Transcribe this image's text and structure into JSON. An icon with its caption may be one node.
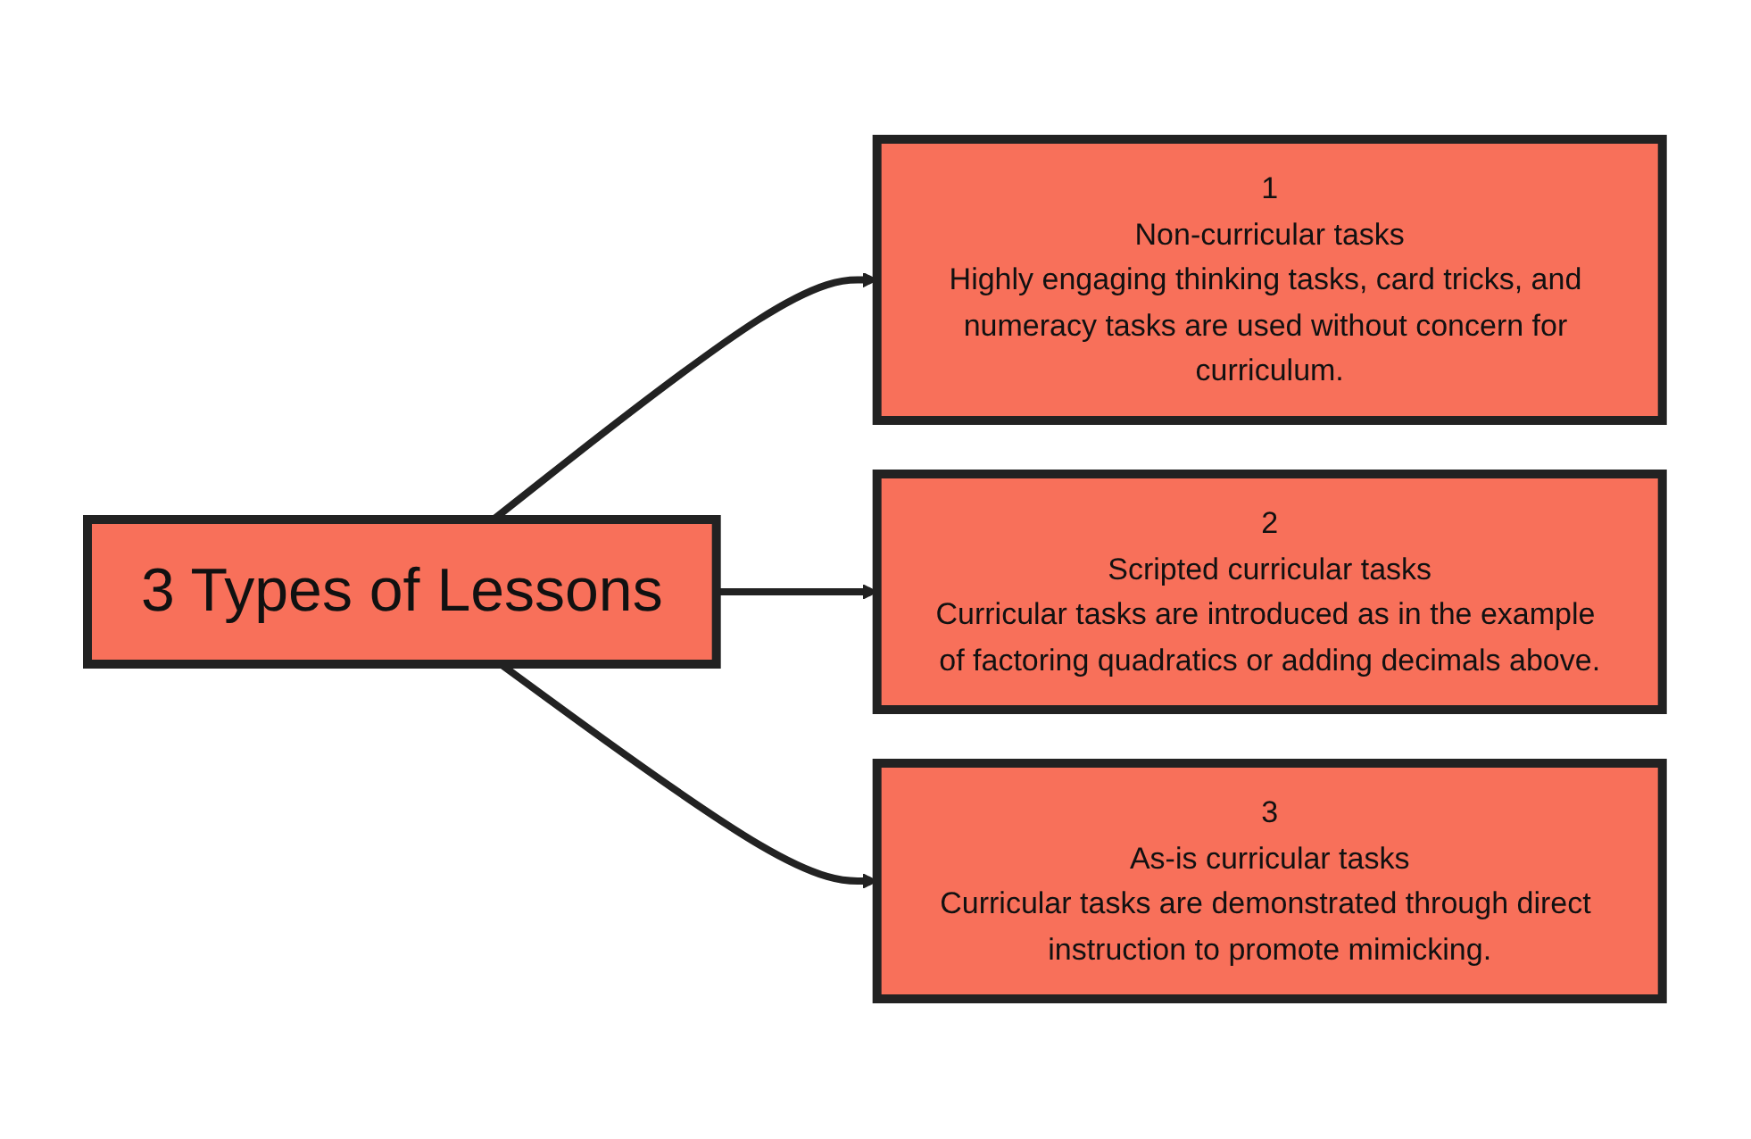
{
  "diagram": {
    "nodes": [
      {
        "text": [
          "3 Types of Lessons"
        ]
      },
      {
        "text": [
          "1",
          "Non-curricular tasks",
          "Highly engaging thinking tasks, card tricks, and numeracy tasks are used without concern for curriculum."
        ]
      },
      {
        "text": [
          "2",
          "Scripted curricular tasks",
          "Curricular tasks are introduced as in the example of factoring quadratics or adding decimals above."
        ]
      },
      {
        "text": [
          "3",
          "As-is curricular tasks",
          "Curricular tasks are demonstrated through direct instruction to promote mimicking."
        ]
      }
    ],
    "edges": [
      {
        "from": 0,
        "to": 1,
        "arrow": "to"
      },
      {
        "from": 0,
        "to": 2,
        "arrow": "to"
      },
      {
        "from": 0,
        "to": 3,
        "arrow": "to"
      }
    ]
  }
}
